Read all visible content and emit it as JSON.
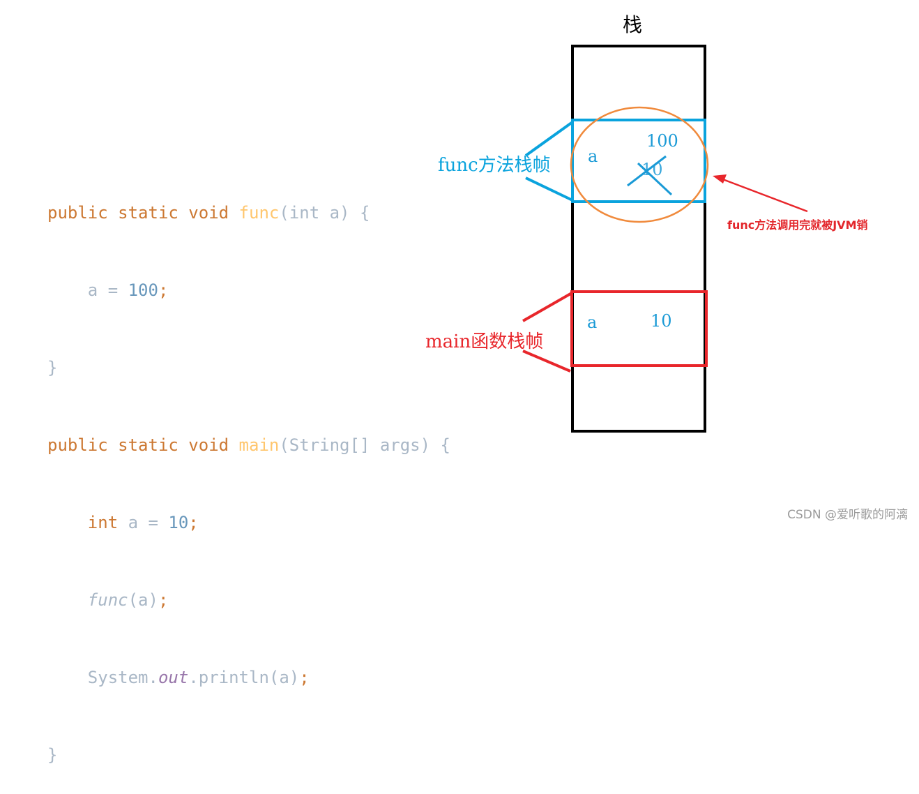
{
  "code": {
    "line1": {
      "kw": "public static void ",
      "fn": "func",
      "rest": "(int a) {"
    },
    "line2": {
      "indent": "    ",
      "var": "a = ",
      "num": "100",
      "semi": ";"
    },
    "line3": {
      "brace": "}"
    },
    "line4": {
      "kw": "public static void ",
      "fn": "main",
      "rest": "(String[] args) {"
    },
    "line5": {
      "indent": "    ",
      "kw": "int ",
      "var": "a = ",
      "num": "10",
      "semi": ";"
    },
    "line6": {
      "indent": "    ",
      "call": "func",
      "rest": "(a)",
      "semi": ";"
    },
    "line7": {
      "indent": "    ",
      "cls": "System.",
      "out": "out",
      "rest": ".println(a)",
      "semi": ";"
    },
    "line8": {
      "brace": "}"
    }
  },
  "diagram": {
    "stack_title": "栈",
    "func_frame_label": "func方法栈帧",
    "main_frame_label": "main函数栈帧",
    "func_frame": {
      "var_name": "a",
      "new_value": "100",
      "old_value": "10"
    },
    "main_frame": {
      "var_name": "a",
      "value": "10"
    },
    "destroy_note": "func方法调用完就被JVM销"
  },
  "watermark": "CSDN @爱听歌的阿漓",
  "colors": {
    "func_frame": "#0aa3dd",
    "main_frame": "#e8262b",
    "circle": "#f08a3c",
    "arrow": "#e8262b",
    "stack_border": "#000000"
  }
}
